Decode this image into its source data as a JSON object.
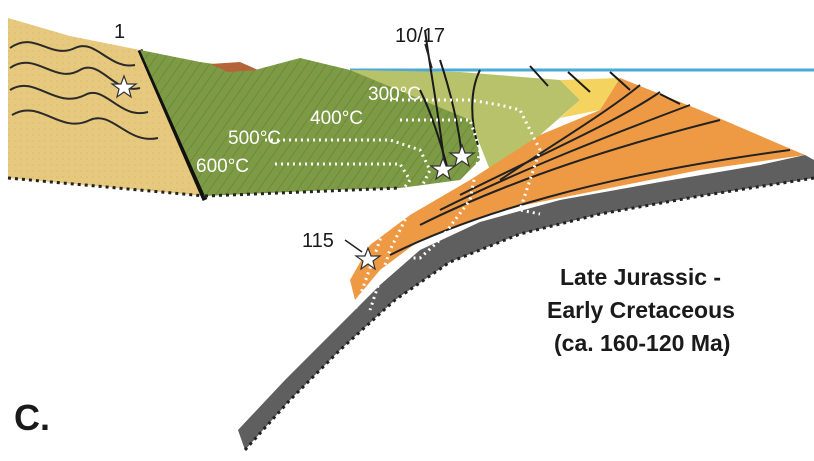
{
  "panel_label": "C.",
  "caption": {
    "line1": "Late Jurassic -",
    "line2": "Early Cretaceous",
    "line3": "(ca. 160-120 Ma)"
  },
  "sample_labels": {
    "s1": "1",
    "s10_17": "10/17",
    "s115": "115"
  },
  "isotherms": {
    "t300": "300°C",
    "t400": "400°C",
    "t500": "500°C",
    "t600": "600°C"
  },
  "colors": {
    "tan_crust": "#e6c97e",
    "green_schist": "#7d9a45",
    "light_green": "#b8c26a",
    "orange_wedge": "#ee9a45",
    "yellow": "#f4d35e",
    "gray_slab": "#5f5f5f",
    "sea_line": "#4aa9d6"
  }
}
